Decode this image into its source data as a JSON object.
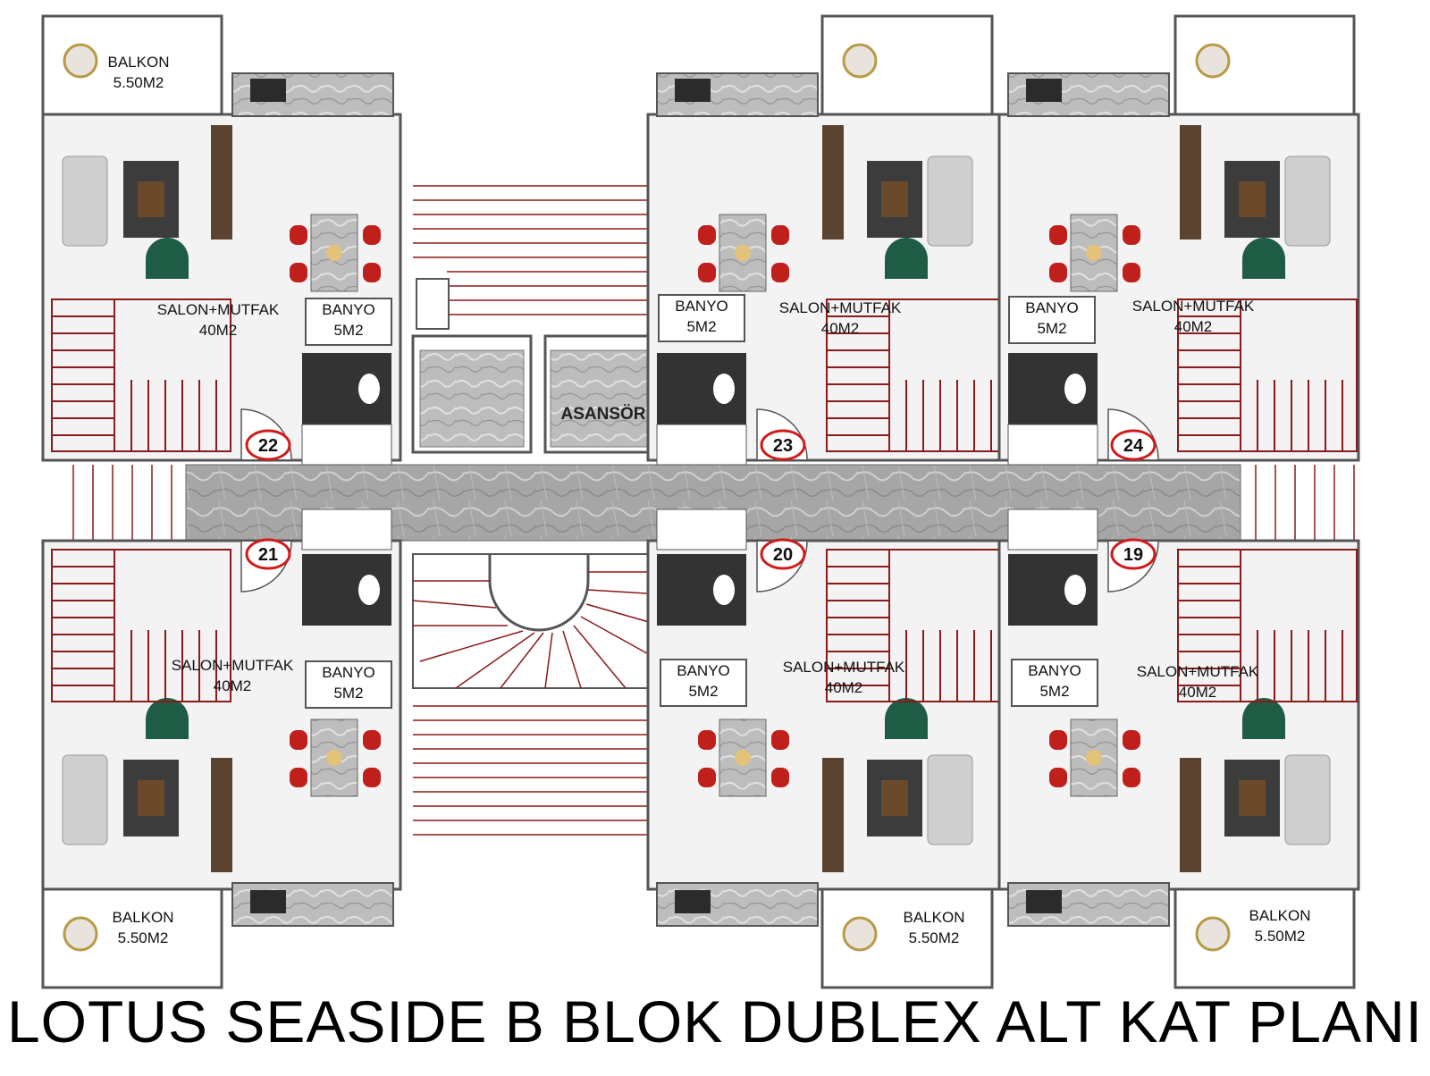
{
  "title": "LOTUS SEASIDE B BLOK DUBLEX ALT KAT PLANI",
  "elevator_label": "ASANSÖR",
  "colors": {
    "stair_red": "#8b1a1a",
    "wall": "#555555",
    "floor": "#f3f3f3",
    "corridor": "#a9a9a9",
    "bath_dark": "#333333",
    "dining_chair": "#c0201b",
    "armchair": "#1e5c45",
    "number_ring": "#d11a1a"
  },
  "units": [
    {
      "number": "22",
      "salon": "SALON+MUTFAK",
      "salon_area": "40M2",
      "banyo": "BANYO",
      "banyo_area": "5M2",
      "balkon": "BALKON",
      "balkon_area": "5.50M2"
    },
    {
      "number": "23",
      "salon": "SALON+MUTFAK",
      "salon_area": "40M2",
      "banyo": "BANYO",
      "banyo_area": "5M2",
      "balkon": "",
      "balkon_area": ""
    },
    {
      "number": "24",
      "salon": "SALON+MUTFAK",
      "salon_area": "40M2",
      "banyo": "BANYO",
      "banyo_area": "5M2",
      "balkon": "",
      "balkon_area": ""
    },
    {
      "number": "21",
      "salon": "SALON+MUTFAK",
      "salon_area": "40M2",
      "banyo": "BANYO",
      "banyo_area": "5M2",
      "balkon": "BALKON",
      "balkon_area": "5.50M2"
    },
    {
      "number": "20",
      "salon": "SALON+MUTFAK",
      "salon_area": "40M2",
      "banyo": "BANYO",
      "banyo_area": "5M2",
      "balkon": "BALKON",
      "balkon_area": "5.50M2"
    },
    {
      "number": "19",
      "salon": "SALON+MUTFAK",
      "salon_area": "40M2",
      "banyo": "BANYO",
      "banyo_area": "5M2",
      "balkon": "BALKON",
      "balkon_area": "5.50M2"
    }
  ]
}
